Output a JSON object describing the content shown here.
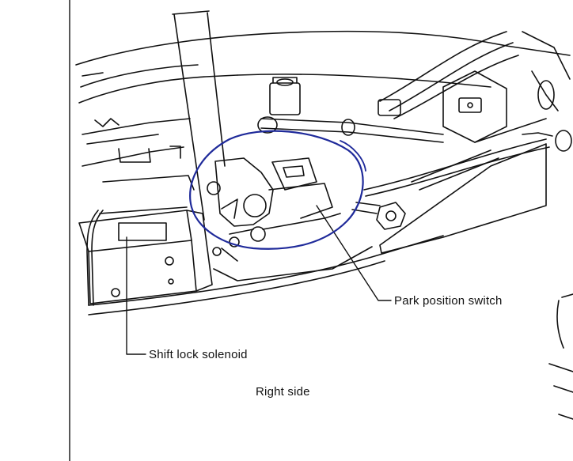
{
  "diagram": {
    "labels": {
      "park_position_switch": "Park position switch",
      "shift_lock_solenoid": "Shift lock solenoid"
    },
    "caption": "Right side"
  },
  "colors": {
    "line": "#111111",
    "highlight": "#1f2a9a",
    "background": "#ffffff"
  }
}
